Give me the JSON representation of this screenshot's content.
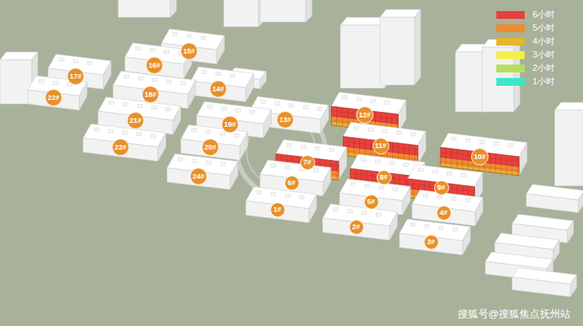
{
  "diagram": {
    "nodes": [
      {
        "text": [
          "15#"
        ]
      },
      {
        "text": [
          "16#"
        ]
      },
      {
        "text": [
          "17#"
        ]
      },
      {
        "text": [
          "14#"
        ]
      },
      {
        "text": [
          "18#"
        ]
      },
      {
        "text": [
          "22#"
        ]
      },
      {
        "text": [
          "12#"
        ]
      },
      {
        "text": [
          "13#"
        ]
      },
      {
        "text": [
          "21#"
        ]
      },
      {
        "text": [
          "19#"
        ]
      },
      {
        "text": [
          "11#"
        ]
      },
      {
        "text": [
          "20#"
        ]
      },
      {
        "text": [
          "23#"
        ]
      },
      {
        "text": [
          "10#"
        ]
      },
      {
        "text": [
          "7#"
        ]
      },
      {
        "text": [
          "8#"
        ]
      },
      {
        "text": [
          "24#"
        ]
      },
      {
        "text": [
          "6#"
        ]
      },
      {
        "text": [
          "9#"
        ]
      },
      {
        "text": [
          "5#"
        ]
      },
      {
        "text": [
          "1#"
        ]
      },
      {
        "text": [
          "4#"
        ]
      },
      {
        "text": [
          "2#"
        ]
      },
      {
        "text": [
          "3#"
        ]
      }
    ],
    "labels": [
      "搜狐号@搜狐焦点抚州站"
    ],
    "legend": [
      {
        "text": "6小时",
        "color": "#e8413c"
      },
      {
        "text": "5小时",
        "color": "#f08c2c"
      },
      {
        "text": "4小时",
        "color": "#e6b62c"
      },
      {
        "text": "3小时",
        "color": "#f4ee4c"
      },
      {
        "text": "2小时",
        "color": "#b6e05a"
      },
      {
        "text": "1小时",
        "color": "#3fe6c6"
      }
    ]
  }
}
